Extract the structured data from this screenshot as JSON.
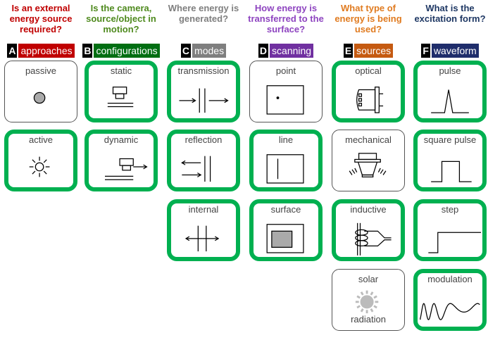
{
  "accent_color": "#00b050",
  "columns": [
    {
      "letter": "A",
      "label": "approaches",
      "question": "Is an external energy source required?",
      "color": "#c00000",
      "qcolor": "#c00000",
      "items": [
        {
          "label": "passive",
          "active": false,
          "icon": "gray-dot-icon"
        },
        {
          "label": "active",
          "active": true,
          "icon": "sun-outline-icon"
        }
      ]
    },
    {
      "letter": "B",
      "label": "configurations",
      "question": "Is the camera, source/object in motion?",
      "color": "#006e12",
      "qcolor": "#4f8a1e",
      "items": [
        {
          "label": "static",
          "active": true,
          "icon": "static-camera-icon"
        },
        {
          "label": "dynamic",
          "active": true,
          "icon": "moving-camera-icon"
        }
      ]
    },
    {
      "letter": "C",
      "label": "modes",
      "question": "Where energy is generated?",
      "color": "#7f7f7f",
      "qcolor": "#7f7f7f",
      "items": [
        {
          "label": "transmission",
          "active": true,
          "icon": "transmission-icon"
        },
        {
          "label": "reflection",
          "active": true,
          "icon": "reflection-icon"
        },
        {
          "label": "internal",
          "active": true,
          "icon": "internal-icon"
        }
      ]
    },
    {
      "letter": "D",
      "label": "scanning",
      "question": "How energy is transferred to the surface?",
      "color": "#7030a0",
      "qcolor": "#8e44c0",
      "items": [
        {
          "label": "point",
          "active": false,
          "icon": "point-scan-icon"
        },
        {
          "label": "line",
          "active": true,
          "icon": "line-scan-icon"
        },
        {
          "label": "surface",
          "active": true,
          "icon": "surface-scan-icon"
        }
      ]
    },
    {
      "letter": "E",
      "label": "sources",
      "question": "What type of energy is being used?",
      "color": "#c55a11",
      "qcolor": "#e07b20",
      "items": [
        {
          "label": "optical",
          "active": true,
          "icon": "lamp-icon"
        },
        {
          "label": "mechanical",
          "active": false,
          "icon": "shaker-icon"
        },
        {
          "label": "inductive",
          "active": true,
          "icon": "coil-icon"
        },
        {
          "label": "solar",
          "sublabel": "radiation",
          "active": false,
          "icon": "sun-icon"
        }
      ]
    },
    {
      "letter": "F",
      "label": "waveform",
      "question": "What is the excitation form?",
      "color": "#1f2d6b",
      "qcolor": "#1f3864",
      "items": [
        {
          "label": "pulse",
          "active": true,
          "icon": "pulse-icon"
        },
        {
          "label": "square pulse",
          "active": true,
          "icon": "square-pulse-icon"
        },
        {
          "label": "step",
          "active": true,
          "icon": "step-icon"
        },
        {
          "label": "modulation",
          "active": true,
          "icon": "modulation-icon"
        }
      ]
    }
  ]
}
